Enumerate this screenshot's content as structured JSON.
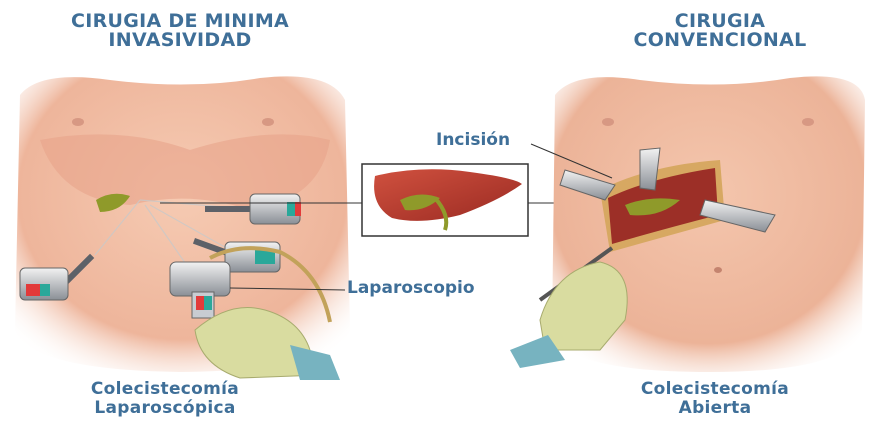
{
  "titles": {
    "left": [
      "CIRUGIA DE MINIMA",
      "INVASIVIDAD"
    ],
    "right": [
      "CIRUGIA",
      "CONVENCIONAL"
    ]
  },
  "captions": {
    "left": [
      "Colecistecomía",
      "Laparoscópica"
    ],
    "right": [
      "Colecistecomía",
      "Abierta"
    ]
  },
  "labels": {
    "incision": "Incisión",
    "laparoscope": "Laparoscopio"
  },
  "colors": {
    "text": "#3f6f98",
    "skin": "#f1b9a0",
    "liver": "#b5372e",
    "gallbladder": "#8f9a2a",
    "glove": "#d9dca0"
  }
}
